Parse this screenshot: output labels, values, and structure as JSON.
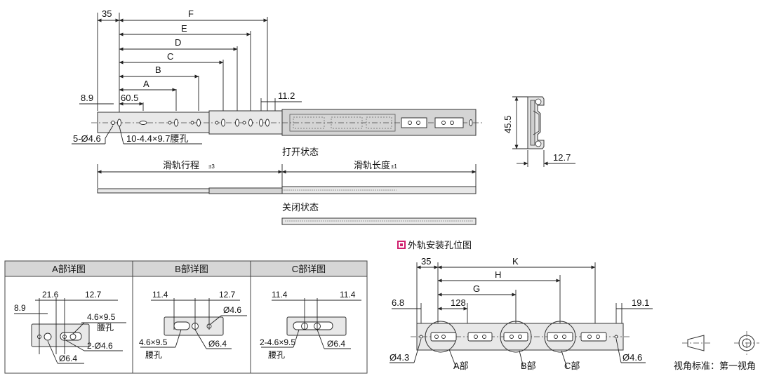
{
  "top_view": {
    "dims": {
      "d35": "35",
      "F": "F",
      "E": "E",
      "D": "D",
      "C": "C",
      "B": "B",
      "A": "A",
      "d8_9": "8.9",
      "d60_5": "60.5",
      "d11_2": "11.2"
    },
    "callouts": {
      "holes": "5-Ø4.6",
      "slots": "10-4.4×9.7腰孔"
    },
    "open_state": "打开状态",
    "travel_label": "滑轨行程",
    "travel_tol": "±3",
    "length_label": "滑轨长度",
    "length_tol": "±1",
    "length_color": "#8b1a7a",
    "closed_state": "关闭状态"
  },
  "section_view": {
    "height": "45.5",
    "width": "12.7"
  },
  "details": {
    "a": {
      "title": "A部详图",
      "d21_6": "21.6",
      "d12_7": "12.7",
      "d8_9": "8.9",
      "slot": "4.6×9.5",
      "slot_word": "腰孔",
      "holes": "2-Ø4.6",
      "hole64": "Ø6.4"
    },
    "b": {
      "title": "B部详图",
      "d11_4": "11.4",
      "d12_7": "12.7",
      "hole46": "Ø4.6",
      "slot": "4.6×9.5",
      "slot_word": "腰孔",
      "hole64": "Ø6.4"
    },
    "c": {
      "title": "C部详图",
      "d11_4_left": "11.4",
      "d11_4_right": "11.4",
      "slot": "2-4.6×9.5",
      "slot_word": "腰孔",
      "hole64": "Ø6.4"
    }
  },
  "outer_rail": {
    "title": "外轨安装孔位图",
    "title_marker_color": "#d0206e",
    "dims": {
      "d35": "35",
      "K": "K",
      "H": "H",
      "G": "G",
      "d128": "128",
      "d6_8": "6.8",
      "d19_1": "19.1"
    },
    "callouts": {
      "left_hole": "Ø4.3",
      "a": "A部",
      "b": "B部",
      "c": "C部",
      "right_hole": "Ø4.6"
    }
  },
  "projection": {
    "label": "视角标准：第一视角"
  }
}
